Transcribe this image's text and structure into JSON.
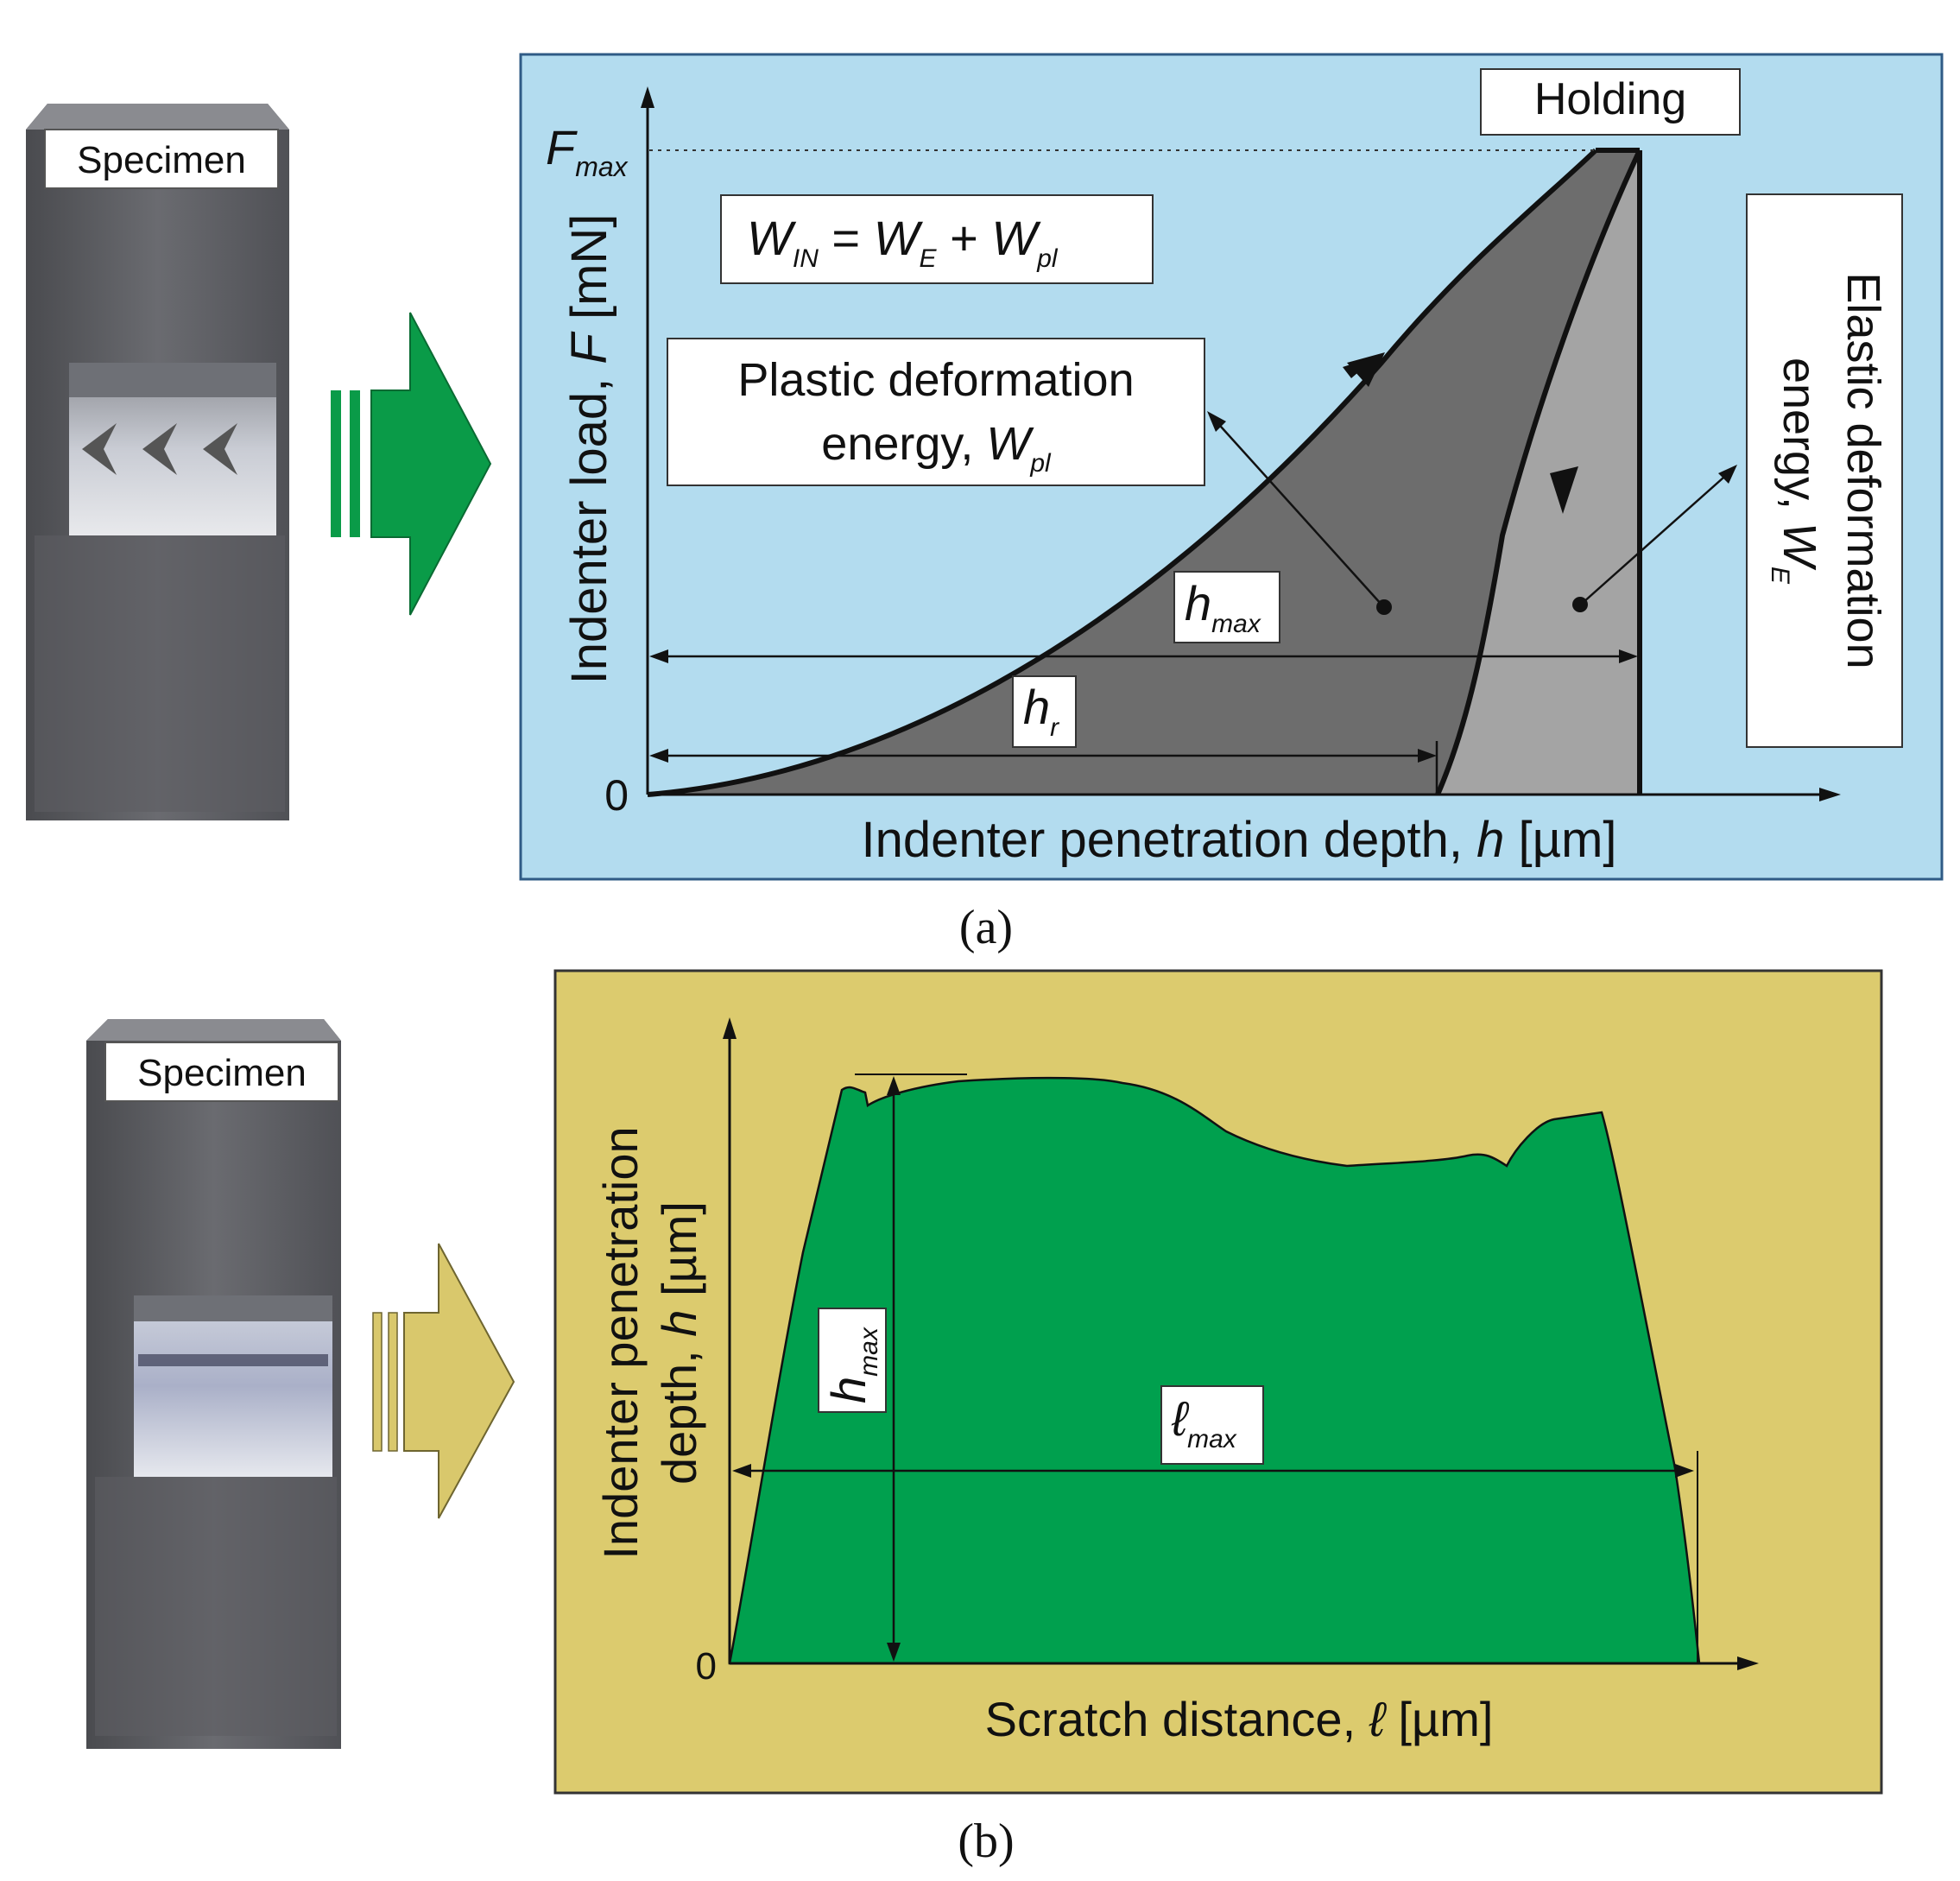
{
  "panel_a": {
    "specimen_label": "Specimen",
    "caption": "(a)",
    "background_color": "#b3dcef",
    "arrow_color": "#0a9b48",
    "chart": {
      "x_axis_label": {
        "main": "Indenter penetration depth, ",
        "var": "h",
        "unit": " [µm]"
      },
      "y_axis_label": {
        "main": "Indenter load, ",
        "var": "F",
        "unit": " [mN]"
      },
      "origin_label": "0",
      "fmax_label": {
        "var": "F",
        "sub": "max"
      },
      "holding_label": "Holding",
      "equation": {
        "w1": "W",
        "s1": "IN",
        "eq": " = ",
        "w2": "W",
        "s2": "E",
        "plus": " + ",
        "w3": "W",
        "s3": "pl"
      },
      "plastic_label": {
        "line1": "Plastic deformation",
        "line2": "energy, ",
        "var": "W",
        "sub": "pl"
      },
      "elastic_label": {
        "line1": "Elastic deformation",
        "line2": "energy, ",
        "var": "W",
        "sub": "E"
      },
      "hmax_label": {
        "var": "h",
        "sub": "max"
      },
      "hr_label": {
        "var": "h",
        "sub": "r"
      },
      "plastic_color": "#6d6d6d",
      "elastic_color": "#a4a4a4"
    }
  },
  "panel_b": {
    "specimen_label": "Specimen",
    "caption": "(b)",
    "background_color": "#dccb6e",
    "arrow_color": "#d9c86c",
    "chart": {
      "x_axis_label": {
        "main": "Scratch distance, ",
        "var": "ℓ",
        "unit": " [µm]"
      },
      "y_axis_label": {
        "line1": "Indenter penetration",
        "line2_main": "depth, ",
        "line2_var": "h",
        "line2_unit": " [µm]"
      },
      "origin_label": "0",
      "hmax_label": {
        "var": "h",
        "sub": "max"
      },
      "lmax_label": {
        "var": "ℓ",
        "sub": "max"
      },
      "profile_color": "#00a04e"
    }
  }
}
